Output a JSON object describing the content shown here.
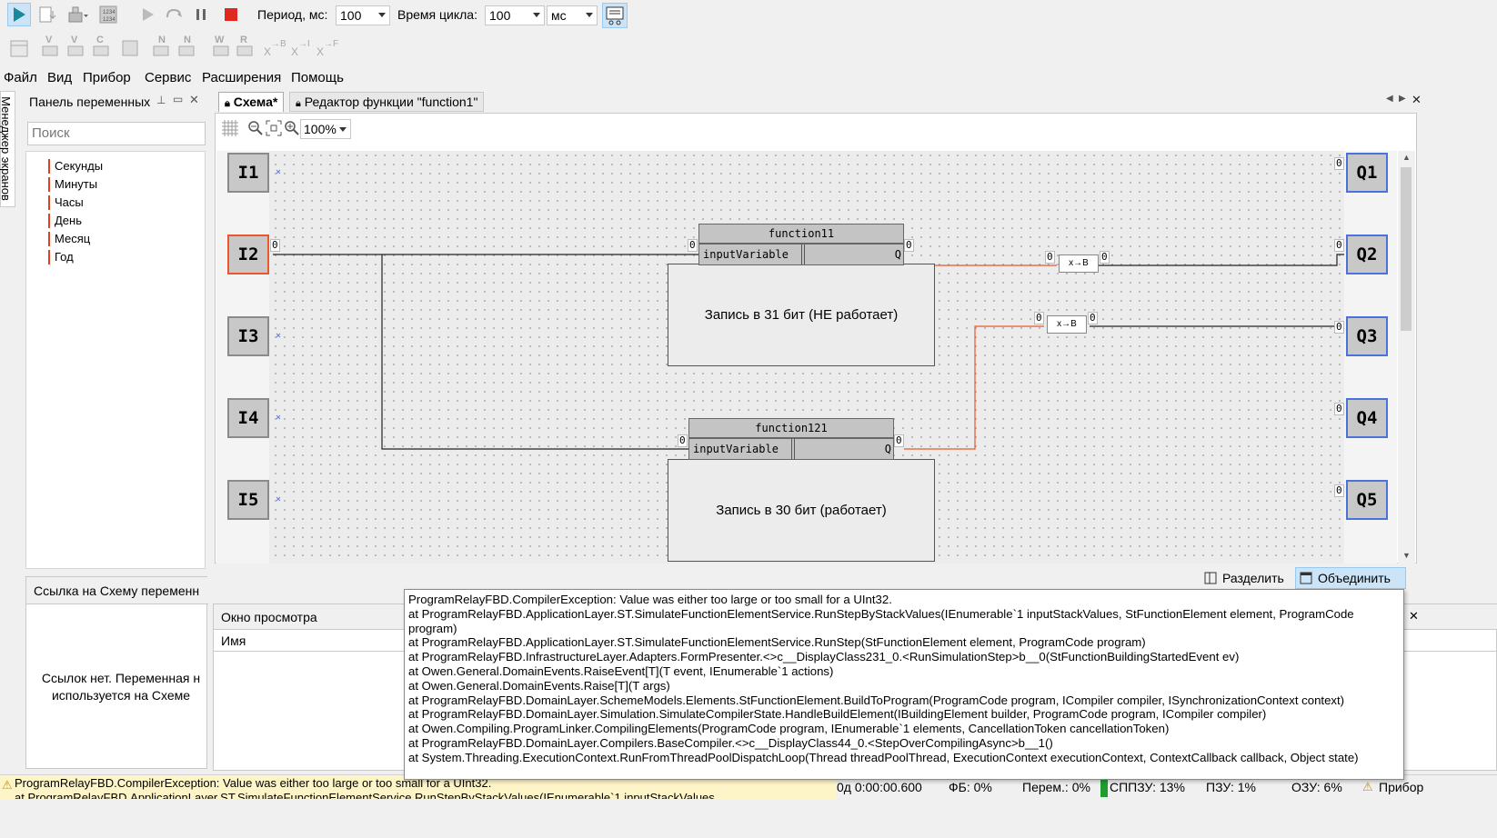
{
  "toolbar": {
    "period_label": "Период, мс:",
    "period_value": "100",
    "cycle_label": "Время цикла:",
    "cycle_value": "100",
    "cycle_unit": "мс"
  },
  "toolbar2": {
    "icons": [
      "V",
      "V",
      "C",
      "N",
      "N",
      "W",
      "R"
    ]
  },
  "menu": [
    "Файл",
    "Вид",
    "Прибор",
    "Сервис",
    "Расширения",
    "Помощь"
  ],
  "side_tab": "Менеджер экранов",
  "var_panel": {
    "title": "Панель переменных",
    "search_placeholder": "Поиск",
    "items": [
      "Секунды",
      "Минуты",
      "Часы",
      "День",
      "Месяц",
      "Год"
    ]
  },
  "link_panel": {
    "title": "Ссылка на Схему переменн",
    "message": "Ссылок нет. Переменная н используется на Схеме"
  },
  "tabs": [
    {
      "label": "Схема*"
    },
    {
      "label": "Редактор функции \"function1\""
    }
  ],
  "scheme": {
    "zoom": "100%",
    "inputs": [
      "I1",
      "I2",
      "I3",
      "I4",
      "I5"
    ],
    "outputs": [
      "Q1",
      "Q2",
      "Q3",
      "Q4",
      "Q5"
    ],
    "pin_value": "0",
    "blocks": [
      {
        "name": "function11",
        "input": "inputVariable",
        "output": "Q",
        "comment": "Запись  в  31  бит  (НЕ   работает)"
      },
      {
        "name": "function121",
        "input": "inputVariable",
        "output": "Q",
        "comment": "Запись  в  30  бит  (работает)"
      }
    ],
    "converter_label": "x→B"
  },
  "split": {
    "split_label": "Разделить",
    "merge_label": "Объединить"
  },
  "watch": {
    "title": "Окно просмотра",
    "column_name": "Имя"
  },
  "tooltip": [
    "ProgramRelayFBD.CompilerException: Value was either too large or too small for a UInt32.",
    "at ProgramRelayFBD.ApplicationLayer.ST.SimulateFunctionElementService.RunStepByStackValues(IEnumerable`1 inputStackValues, StFunctionElement element, ProgramCode program)",
    "at ProgramRelayFBD.ApplicationLayer.ST.SimulateFunctionElementService.RunStep(StFunctionElement element, ProgramCode program)",
    "at ProgramRelayFBD.InfrastructureLayer.Adapters.FormPresenter.<>c__DisplayClass231_0.<RunSimulationStep>b__0(StFunctionBuildingStartedEvent ev)",
    "at Owen.General.DomainEvents.RaiseEvent[T](T event, IEnumerable`1 actions)",
    "at Owen.General.DomainEvents.Raise[T](T args)",
    "at ProgramRelayFBD.DomainLayer.SchemeModels.Elements.StFunctionElement.BuildToProgram(ProgramCode program, ICompiler compiler, ISynchronizationContext context)",
    "at ProgramRelayFBD.DomainLayer.Simulation.SimulateCompilerState.HandleBuildElement(IBuildingElement builder, ProgramCode program, ICompiler compiler)",
    "at Owen.Compiling.ProgramLinker.CompilingElements(ProgramCode program, IEnumerable`1 elements, CancellationToken cancellationToken)",
    "at ProgramRelayFBD.DomainLayer.Compilers.BaseCompiler.<>c__DisplayClass44_0.<StepOverCompilingAsync>b__1()",
    "at System.Threading.ExecutionContext.RunFromThreadPoolDispatchLoop(Thread threadPoolThread, ExecutionContext executionContext, ContextCallback callback, Object state)"
  ],
  "status": {
    "error_line1": "ProgramRelayFBD.CompilerException: Value was either too large or too small for a UInt32.",
    "error_line2": "at ProgramRelayFBD.ApplicationLayer.ST.SimulateFunctionElementService.RunStepByStackValues(IEnumerable`1 inputStackValues",
    "time": "0д 0:00:00.600",
    "fb": "ФБ: 0%",
    "vars": "Перем.: 0%",
    "sppzu": "СППЗУ: 13%",
    "pzu": "ПЗУ: 1%",
    "ozu": "ОЗУ: 6%",
    "device": "Прибор"
  },
  "colors": {
    "selection_orange": "#e8582a",
    "output_blue": "#4a72d8",
    "wire_active": "#e8582a",
    "sppzu_green": "#1f9d2e"
  }
}
